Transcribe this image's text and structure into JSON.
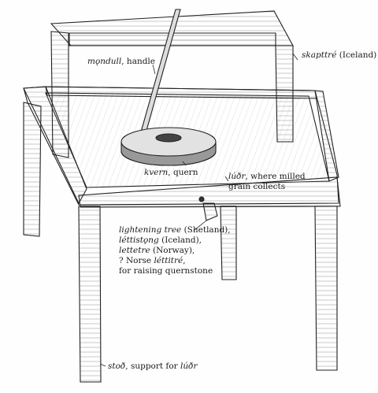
{
  "labels": {
    "handle": {
      "term": "mǫndull",
      "rest": ", handle"
    },
    "frame": {
      "term": "skapttré",
      "rest": " (Iceland)"
    },
    "quern": {
      "term": "kvern",
      "rest": ", quern"
    },
    "ludr": {
      "term": "lúðr",
      "rest": ", where milled",
      "line2": "grain collects"
    },
    "lightening": {
      "line1_term": "lightening tree",
      "line1_rest": " (Shetland),",
      "line2_term": "léttistǫng",
      "line2_rest": " (Iceland),",
      "line3_term": "lettetre",
      "line3_rest": " (Norway),",
      "line4_pre": "? Norse ",
      "line4_term": "léttitré",
      "line4_rest": ",",
      "line5": "for raising quernstone"
    },
    "stod": {
      "term": "stoð",
      "rest": ", support for ",
      "term2": "lúðr"
    }
  }
}
